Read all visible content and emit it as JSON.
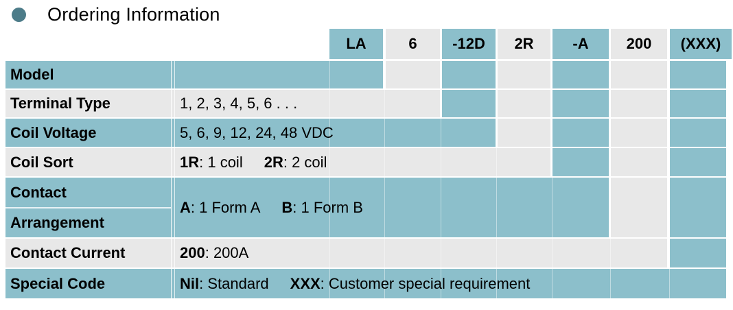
{
  "title": "Ordering Information",
  "colors": {
    "teal": "#8cbfcb",
    "gray": "#e8e8e8",
    "bullet": "#4d7c89"
  },
  "part_number": {
    "codes": [
      "LA",
      "6",
      "-12D",
      "2R",
      "-A",
      "200",
      "(XXX)"
    ]
  },
  "rows": {
    "model": {
      "label": "Model",
      "content": ""
    },
    "terminal_type": {
      "label": "Terminal Type",
      "content": "1, 2, 3, 4, 5, 6 . . ."
    },
    "coil_voltage": {
      "label": "Coil Voltage",
      "content": "5, 6, 9, 12, 24, 48 VDC"
    },
    "coil_sort": {
      "label": "Coil Sort",
      "parts": [
        {
          "code": "1R",
          "desc": ": 1 coil"
        },
        {
          "code": "2R",
          "desc": ": 2 coil"
        }
      ]
    },
    "contact_arrangement": {
      "label_line1": "Contact",
      "label_line2": "Arrangement",
      "parts": [
        {
          "code": "A",
          "desc": ": 1 Form A"
        },
        {
          "code": "B",
          "desc": ": 1 Form B"
        }
      ]
    },
    "contact_current": {
      "label": "Contact Current",
      "parts": [
        {
          "code": "200",
          "desc": ": 200A"
        }
      ]
    },
    "special_code": {
      "label": "Special Code",
      "parts": [
        {
          "code": "Nil",
          "desc": ": Standard"
        },
        {
          "code": "XXX",
          "desc": ": Customer special requirement"
        }
      ]
    }
  }
}
